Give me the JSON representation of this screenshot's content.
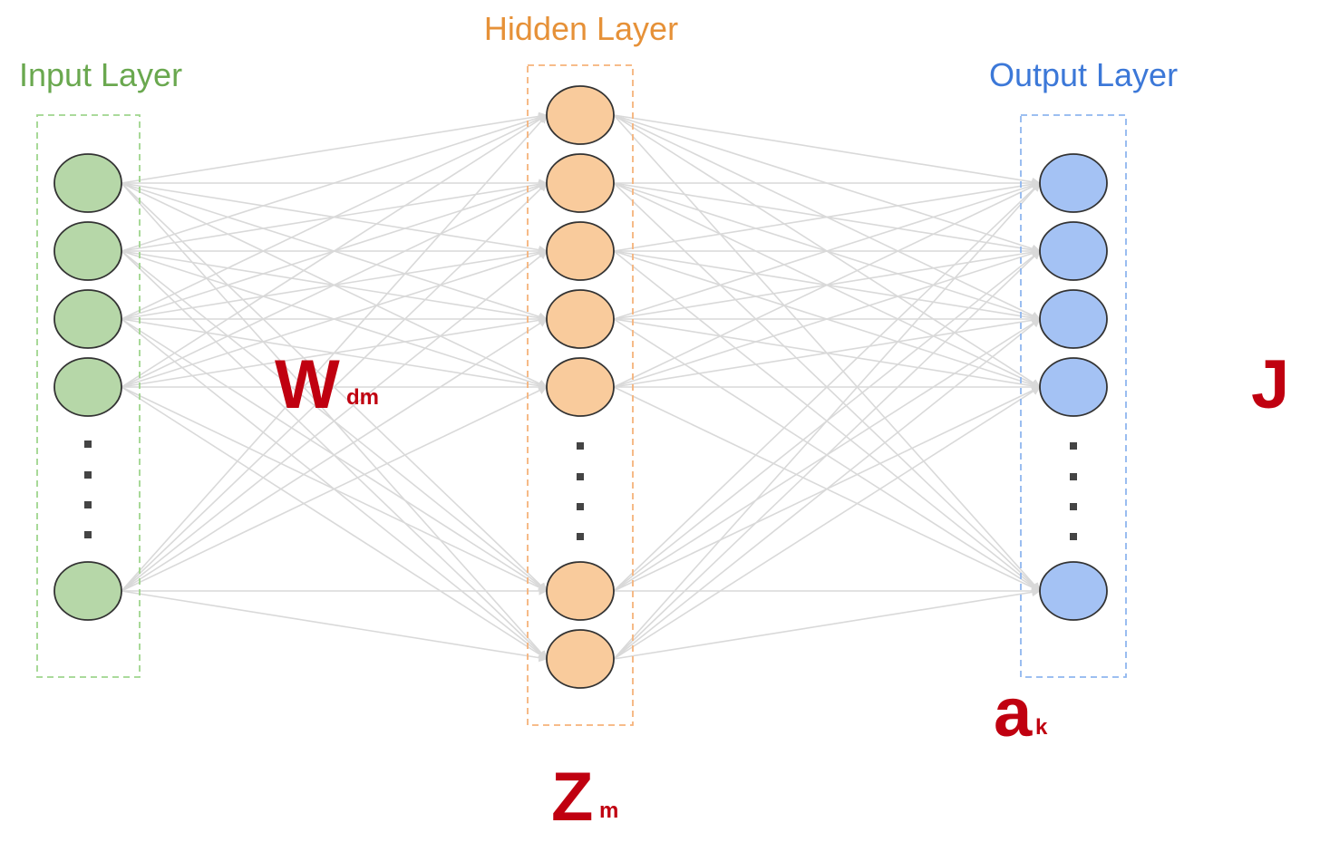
{
  "colors": {
    "input_fill": "#b6d7a8",
    "input_accent": "#6aa84f",
    "input_box": "#9fd58d",
    "hidden_fill": "#f9cb9c",
    "hidden_accent": "#e69138",
    "hidden_box": "#f6b27a",
    "output_fill": "#a4c2f4",
    "output_accent": "#3c78d8",
    "output_box": "#8fb6ef",
    "edge": "#d9d9d9",
    "symbol": "#c00010"
  },
  "layers": {
    "input": {
      "title": "Input Layer",
      "visible_nodes": 5,
      "has_ellipsis": true
    },
    "hidden": {
      "title": "Hidden Layer",
      "visible_nodes": 7,
      "has_ellipsis": true
    },
    "output": {
      "title": "Output Layer",
      "visible_nodes": 5,
      "has_ellipsis": true
    }
  },
  "symbols": {
    "weights": {
      "main": "W",
      "sub": "dm"
    },
    "hidden_activation": {
      "main": "Z",
      "sub": "m"
    },
    "output_activation": {
      "main": "a",
      "sub": "k"
    },
    "cost": {
      "main": "J"
    }
  }
}
